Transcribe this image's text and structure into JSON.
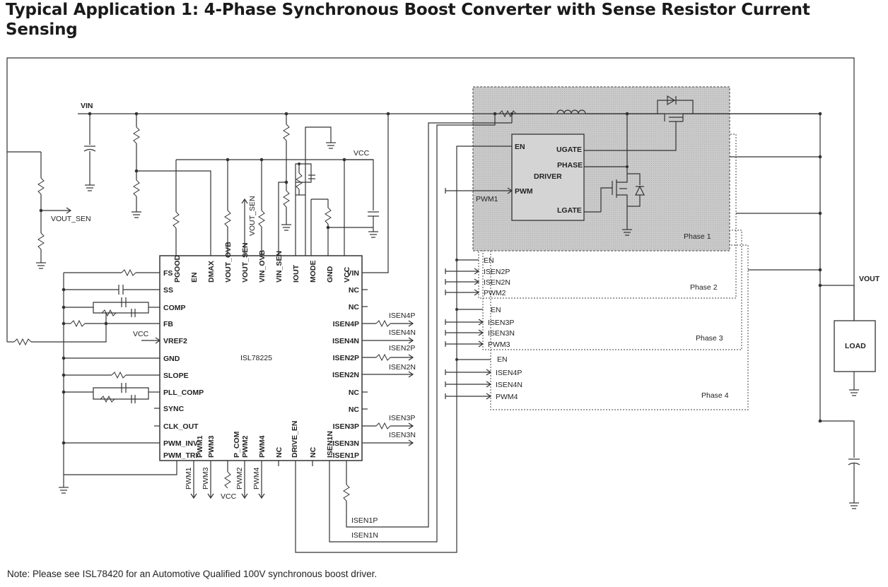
{
  "title": "Typical Application 1: 4-Phase Synchronous Boost Converter with Sense Resistor Current Sensing",
  "note": "Note: Please see ISL78420 for an Automotive Qualified 100V synchronous boost driver.",
  "nets": {
    "vin": "VIN",
    "vcc": "VCC",
    "vout": "VOUT",
    "vout_sen": "VOUT_SEN",
    "load": "LOAD"
  },
  "ic": {
    "name": "ISL78225",
    "top_pins": [
      "PGOOD",
      "EN",
      "DMAX",
      "VOUT_OVB",
      "VOUT_SEN",
      "VIN_OVB",
      "VIN_SEN",
      "IOUT",
      "MODE",
      "GND",
      "VCC"
    ],
    "left_pins": [
      "FS",
      "SS",
      "COMP",
      "FB",
      "VREF2",
      "GND",
      "SLOPE",
      "PLL_COMP",
      "SYNC",
      "CLK_OUT",
      "PWM_INV",
      "PWM_TRI"
    ],
    "right_pins": [
      "VIN",
      "NC",
      "NC",
      "ISEN4P",
      "ISEN4N",
      "ISEN2P",
      "ISEN2N",
      "NC",
      "NC",
      "ISEN3P",
      "ISEN3N",
      "ISEN1P"
    ],
    "bottom_pins": [
      "PWM1",
      "PWM3",
      "P_COM",
      "PWM2",
      "PWM4",
      "NC",
      "DRIVE_EN",
      "NC",
      "ISEN1N"
    ]
  },
  "bottom_nets": [
    "PWM1",
    "PWM3",
    "PWM2",
    "PWM4",
    "VCC",
    "ISEN1P",
    "ISEN1N"
  ],
  "right_nets": [
    "ISEN4P",
    "ISEN4N",
    "ISEN2P",
    "ISEN2N",
    "ISEN3P",
    "ISEN3N"
  ],
  "driver": {
    "label": "DRIVER",
    "pins_left": [
      "EN",
      "PWM"
    ],
    "pins_right": [
      "UGATE",
      "PHASE",
      "LGATE"
    ],
    "pwm_net": "PWM1"
  },
  "phases": [
    {
      "name": "Phase 1"
    },
    {
      "name": "Phase 2",
      "pins": [
        "EN",
        "ISEN2P",
        "ISEN2N",
        "PWM2"
      ]
    },
    {
      "name": "Phase 3",
      "pins": [
        "EN",
        "ISEN3P",
        "ISEN3N",
        "PWM3"
      ]
    },
    {
      "name": "Phase 4",
      "pins": [
        "EN",
        "ISEN4P",
        "ISEN4N",
        "PWM4"
      ]
    }
  ]
}
